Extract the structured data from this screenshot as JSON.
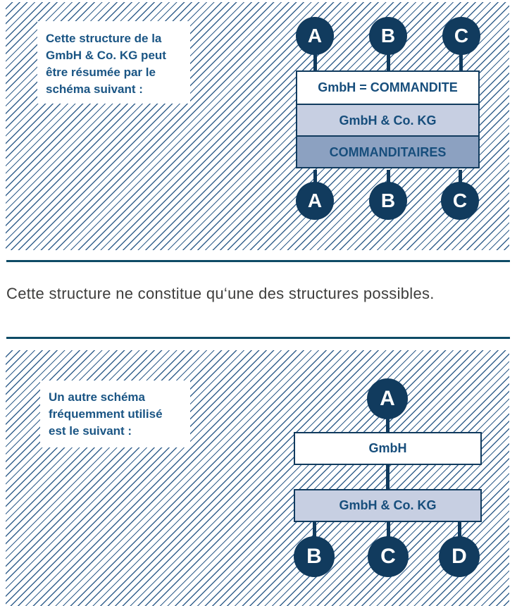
{
  "colors": {
    "navy": "#113b5e",
    "label_blue": "#174e7c",
    "note_blue": "#1a5584",
    "hatch_line": "#34618d",
    "rule_teal": "#0e4b66",
    "row_light_fill": "#c7cfe2",
    "row_medium_fill": "#8ca1c1",
    "sentence_gray": "#3e3e3d"
  },
  "panel1": {
    "note_lines": {
      "0": "Cette structure de la",
      "1": "GmbH & Co. KG peut",
      "2": "être résumée par le",
      "3": "schéma suivant :"
    },
    "top_circles": {
      "0": "A",
      "1": "B",
      "2": "C"
    },
    "stack_rows": {
      "0": "GmbH = COMMANDITE",
      "1": "GmbH & Co. KG",
      "2": "COMMANDITAIRES"
    },
    "bottom_circles": {
      "0": "A",
      "1": "B",
      "2": "C"
    }
  },
  "divider_sentence": "Cette structure ne constitue qu‘une des structures possibles.",
  "panel2": {
    "note_lines": {
      "0": "Un autre schéma",
      "1": "fréquemment utilisé",
      "2": "est le suivant :"
    },
    "top_circle": "A",
    "box1_label": "GmbH",
    "box2_label": "GmbH & Co. KG",
    "bottom_circles": {
      "0": "B",
      "1": "C",
      "2": "D"
    }
  }
}
